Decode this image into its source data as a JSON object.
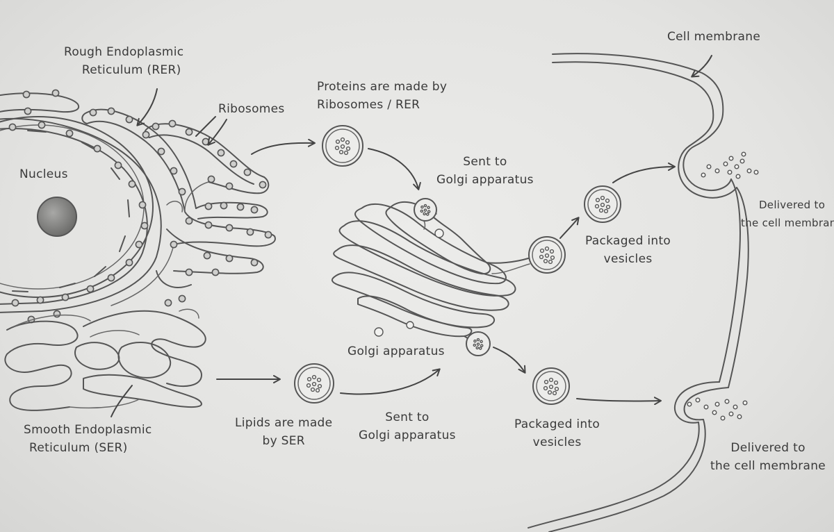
{
  "labels": {
    "rer": [
      "Rough Endoplasmic",
      "Reticulum (RER)"
    ],
    "ribosomes": "Ribosomes",
    "nucleus": "Nucleus",
    "ser": [
      "Smooth Endoplasmic",
      "Reticulum (SER)"
    ],
    "proteins": [
      "Proteins are made by",
      "Ribosomes / RER"
    ],
    "sent_golgi_top": [
      "Sent to",
      "Golgi apparatus"
    ],
    "golgi": "Golgi apparatus",
    "lipids": [
      "Lipids are made",
      "by SER"
    ],
    "sent_golgi_bottom": [
      "Sent to",
      "Golgi apparatus"
    ],
    "packaged_top": [
      "Packaged into",
      "vesicles"
    ],
    "packaged_bottom": [
      "Packaged into",
      "vesicles"
    ],
    "cell_membrane": "Cell membrane",
    "delivered_top": [
      "Delivered to",
      "the cell membrane"
    ],
    "delivered_bottom": [
      "Delivered to",
      "the cell membrane"
    ]
  },
  "colors": {
    "ink": "#555555",
    "paper": "#e4e4e2"
  }
}
